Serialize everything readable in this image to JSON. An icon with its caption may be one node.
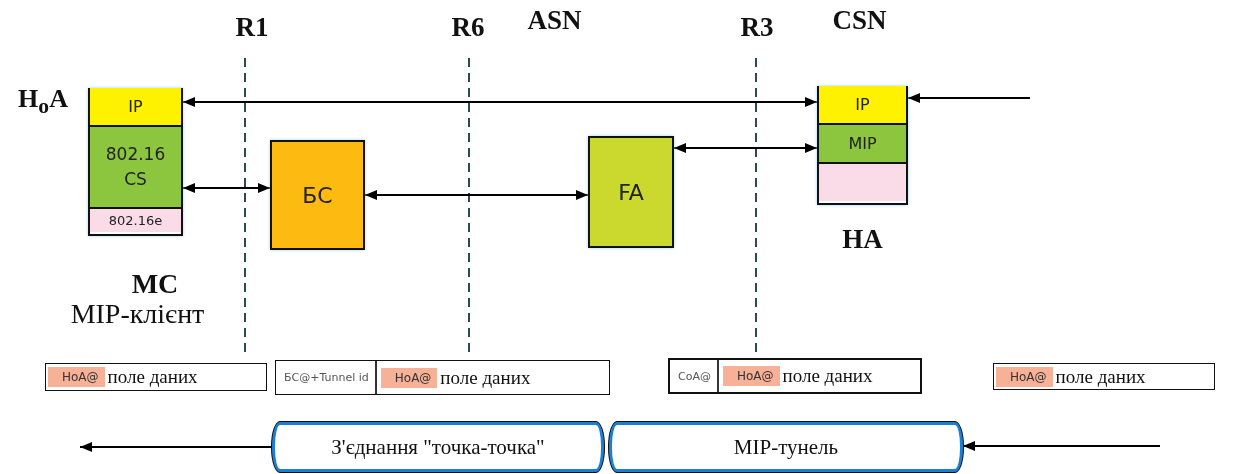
{
  "diagram": {
    "nodes": [
      {
        "text": [],
        "shape": "box",
        "beside": [
          "H$_{o}$A",
          "МС",
          "МIP-клієнт"
        ]
      },
      {
        "text": [
          "IP"
        ],
        "in": 0
      },
      {
        "text": [
          "802.16 CS"
        ],
        "in": 0
      },
      {
        "text": [
          "802.16e"
        ],
        "in": 0
      },
      {
        "text": [
          "БС"
        ]
      },
      {
        "text": [
          "FA"
        ]
      },
      {
        "text": [],
        "shape": "box",
        "beside": [
          "HA"
        ]
      },
      {
        "text": [
          "IP"
        ],
        "in": 6
      },
      {
        "text": [
          "MIP"
        ],
        "in": 6
      },
      {
        "text": [],
        "shape": "box",
        "in": 6
      },
      {
        "text": [
          "HoA@",
          "поле даних"
        ]
      },
      {
        "text": [
          "БС@+Tunnel id",
          "HoA@",
          "поле даних"
        ]
      },
      {
        "text": [
          "CoA@",
          "HoA@",
          "поле даних"
        ]
      },
      {
        "text": [
          "HoA@",
          "поле даних"
        ]
      },
      {
        "text": [
          "З'єднання \"точка-точка\""
        ]
      },
      {
        "text": [
          "МIP-тунель"
        ]
      }
    ],
    "edges": [
      {
        "from": 1,
        "to": 7,
        "arrow": "both"
      },
      {
        "from": 2,
        "to": 4,
        "arrow": "both"
      },
      {
        "from": 4,
        "to": 5,
        "arrow": "both"
      },
      {
        "from": 5,
        "to": 8,
        "arrow": "both"
      },
      {
        "from": null,
        "to": 7,
        "arrow": "to"
      },
      {
        "from": 14,
        "to": null,
        "arrow": "to"
      },
      {
        "from": null,
        "to": 15,
        "arrow": "to"
      }
    ],
    "labels": [
      "R1",
      "R6",
      "ASN",
      "R3",
      "CSN"
    ]
  }
}
